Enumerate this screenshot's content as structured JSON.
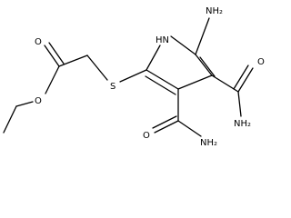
{
  "molecule": {
    "atoms": {
      "nh2_top": "NH₂",
      "nh_ring": "HN",
      "s": "S",
      "o_carbonyl": "O",
      "o_ester": "O",
      "o_amide_right": "O",
      "nh2_amide_right": "NH₂",
      "o_amide_bottom": "O",
      "nh2_amide_bottom": "NH₂"
    }
  }
}
